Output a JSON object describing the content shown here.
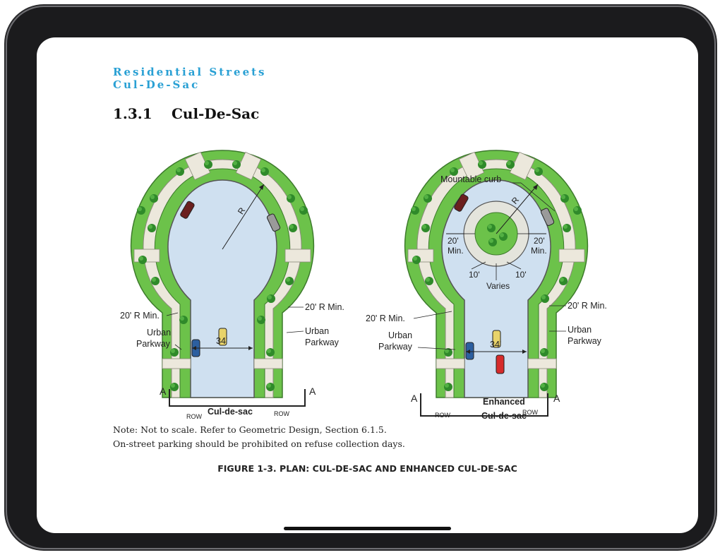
{
  "section": {
    "line1": "Residential Streets",
    "line2": "Cul-De-Sac"
  },
  "heading": {
    "number": "1.3.1",
    "title": "Cul-De-Sac"
  },
  "figure": {
    "left": {
      "radius_label": "R",
      "r_min_left": "20' R Min.",
      "r_min_right": "20' R Min.",
      "parkway_left": [
        "Urban",
        "Parkway"
      ],
      "parkway_right": [
        "Urban",
        "Parkway"
      ],
      "width_label": "34'",
      "section_a_left": "A",
      "section_a_right": "A",
      "row_left": "ROW",
      "row_right": "ROW",
      "title": "Cul-de-sac"
    },
    "right": {
      "mountable_curb": "Mountable curb",
      "radius_label": "R",
      "min_left": [
        "20'",
        "Min."
      ],
      "min_right": [
        "20'",
        "Min."
      ],
      "offset_left": "10'",
      "offset_right": "10'",
      "varies": "Varies",
      "r_min_left": "20' R Min.",
      "r_min_right": "20' R Min.",
      "parkway_left": [
        "Urban",
        "Parkway"
      ],
      "parkway_right": [
        "Urban",
        "Parkway"
      ],
      "width_label": "34'",
      "section_a_left": "A",
      "section_a_right": "A",
      "row_left": "ROW",
      "row_right": "ROW",
      "title": [
        "Enhanced",
        "Cul-de-sac"
      ]
    }
  },
  "note": {
    "line1": "Note: Not to scale. Refer to Geometric Design, Section 6.1.5.",
    "line2": "On-street parking should be prohibited on refuse collection days."
  },
  "caption": "FIGURE 1-3. PLAN: CUL-DE-SAC AND ENHANCED CUL-DE-SAC",
  "colors": {
    "accent": "#29a0d4",
    "pavement": "#cfe0f0",
    "landscape": "#6cc24a",
    "sidewalk": "#ece8dc",
    "tree": "#2f8a2a"
  }
}
